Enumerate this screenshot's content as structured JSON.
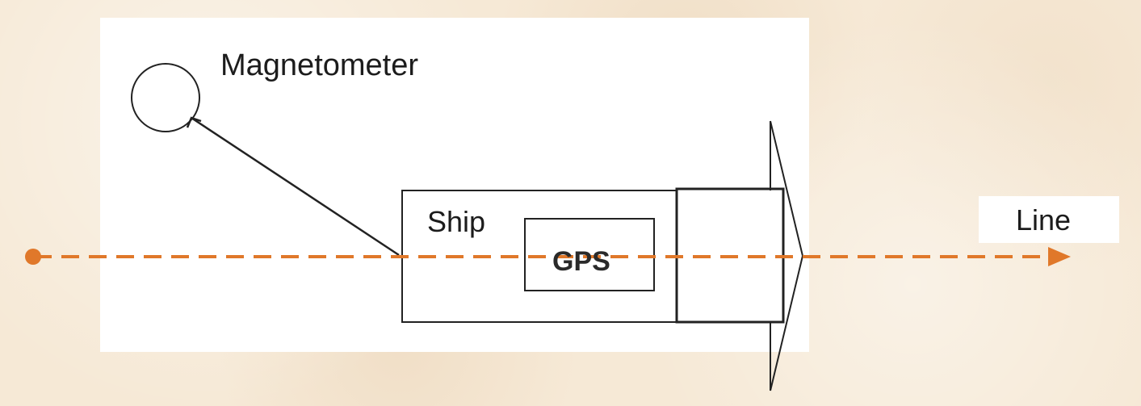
{
  "labels": {
    "magnetometer": "Magnetometer",
    "ship": "Ship",
    "gps": "GPS",
    "line": "Line"
  },
  "colors": {
    "background": "#f6e9d6",
    "panel": "#ffffff",
    "stroke": "#222222",
    "survey_line": "#e0782a"
  },
  "icons": {
    "magnetometer": "circle-sensor-icon",
    "line_start": "dot-marker-icon",
    "line_end": "arrowhead-icon"
  }
}
